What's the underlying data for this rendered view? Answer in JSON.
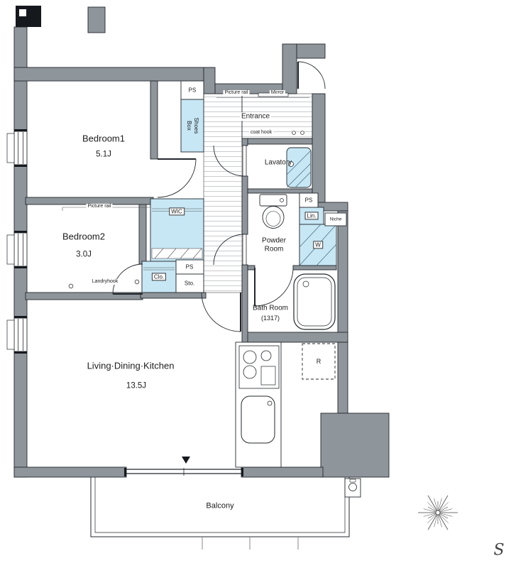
{
  "colors": {
    "wall": "#8e959b",
    "fixture_blue": "#c7e7f5",
    "floor_stripe": "#c9cccf"
  },
  "rooms": {
    "bedroom1": {
      "name": "Bedroom1",
      "size": "5.1J"
    },
    "bedroom2": {
      "name": "Bedroom2",
      "size": "3.0J"
    },
    "ldk": {
      "name": "Living·Dining·Kitchen",
      "size": "13.5J"
    },
    "entrance": {
      "name": "Entrance"
    },
    "lavatory": {
      "name": "Lavatory"
    },
    "powder_room": {
      "name": "Powder Room"
    },
    "bath_room": {
      "name": "Bath Room",
      "size": "(1317)"
    },
    "wic": {
      "name": "WIC"
    },
    "balcony": {
      "name": "Balcony"
    }
  },
  "fixtures": {
    "shoes_box": "Shoes Box",
    "closet": "Clo.",
    "storage": "Sto.",
    "linen": "Lin.",
    "washer": "W",
    "refrigerator": "R",
    "pipe_space": "PS",
    "niche": "Niche"
  },
  "annotations": {
    "picture_rail": "Picture rail",
    "mirror": "Mirror",
    "coat_hook": "coat hook",
    "laundry_hook": "Landryhook",
    "compass_mark": "S"
  }
}
